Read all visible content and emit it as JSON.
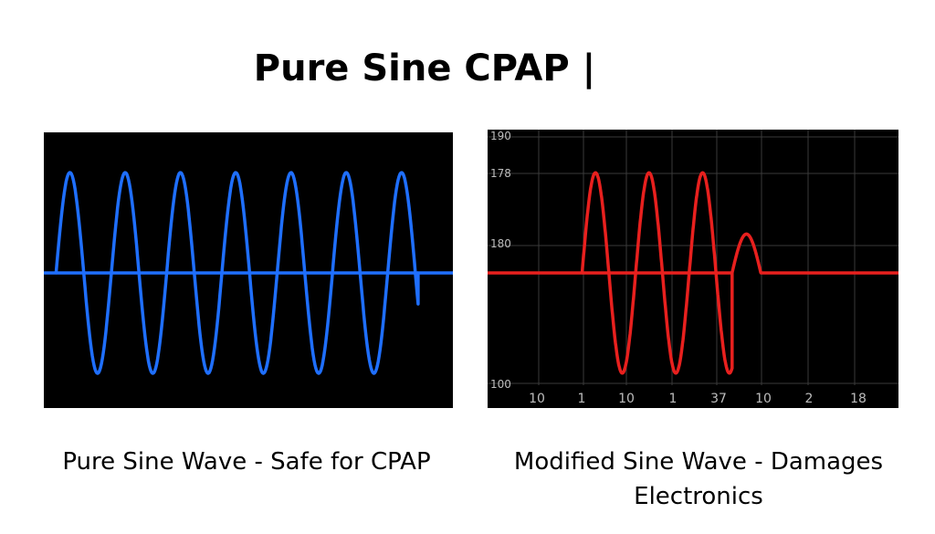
{
  "page": {
    "title": "Pure Sine CPAP |"
  },
  "chart_data": [
    {
      "type": "line",
      "caption": "Pure Sine Wave - Safe for CPAP",
      "background": "#000000",
      "grid": false,
      "series": [
        {
          "color": "#1f6fff",
          "baseline": 0,
          "segments": [
            {
              "kind": "flat",
              "from": 0,
              "to": 0.03
            },
            {
              "kind": "sine",
              "from": 0.03,
              "to": 0.915,
              "amplitude": 1,
              "cycles": 6.55,
              "baseline_overlay": true
            },
            {
              "kind": "flat",
              "from": 0.915,
              "to": 1
            }
          ]
        }
      ]
    },
    {
      "type": "line",
      "caption": "Modified Sine Wave - Damages Electronics",
      "background": "#000000",
      "grid": true,
      "y_tick_labels": [
        "190",
        "178",
        "180",
        "100"
      ],
      "x_tick_labels": [
        "10",
        "1",
        "10",
        "1",
        "37",
        "10",
        "2",
        "18"
      ],
      "series": [
        {
          "color": "#e8201e",
          "baseline": 0,
          "segments": [
            {
              "kind": "flat",
              "from": 0,
              "to": 0.23
            },
            {
              "kind": "sine",
              "from": 0.23,
              "to": 0.595,
              "amplitude": 0.98,
              "cycles": 2.8,
              "baseline_overlay": true
            },
            {
              "kind": "bump",
              "from": 0.595,
              "to": 0.665,
              "amplitude": 0.38
            },
            {
              "kind": "flat",
              "from": 0.665,
              "to": 1
            }
          ]
        }
      ]
    }
  ]
}
